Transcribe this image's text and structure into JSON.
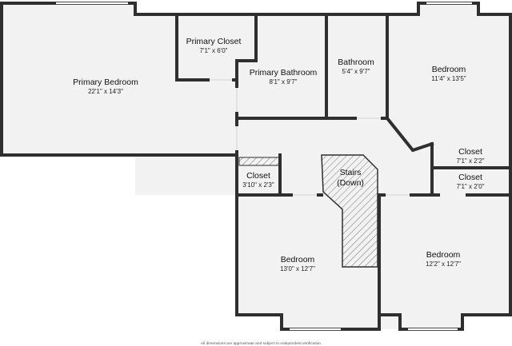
{
  "rooms": {
    "primary_bedroom": {
      "name": "Primary Bedroom",
      "dims": "22'1\" x 14'3\""
    },
    "primary_closet": {
      "name": "Primary Closet",
      "dims": "7'1\" x 6'0\""
    },
    "primary_bathroom": {
      "name": "Primary Bathroom",
      "dims": "8'1\" x 9'7\""
    },
    "bathroom": {
      "name": "Bathroom",
      "dims": "5'4\" x 9'7\""
    },
    "bedroom_ne": {
      "name": "Bedroom",
      "dims": "11'4\" x 13'5\""
    },
    "closet_east_upper": {
      "name": "Closet",
      "dims": "7'1\" x 2'2\""
    },
    "closet_east_lower": {
      "name": "Closet",
      "dims": "7'1\" x 2'0\""
    },
    "closet_center": {
      "name": "Closet",
      "dims": "3'10\" x 2'3\""
    },
    "stairs": {
      "line1": "Stairs",
      "line2": "(Down)"
    },
    "bedroom_sw": {
      "name": "Bedroom",
      "dims": "13'0\" x 12'7\""
    },
    "bedroom_se": {
      "name": "Bedroom",
      "dims": "12'2\" x 12'7\""
    }
  },
  "footer_note": "All dimensions are approximate and subject to independent verification",
  "colors": {
    "wall": "#2f2f2f",
    "floor": "#f2f2f2",
    "window": "#ffffff"
  }
}
